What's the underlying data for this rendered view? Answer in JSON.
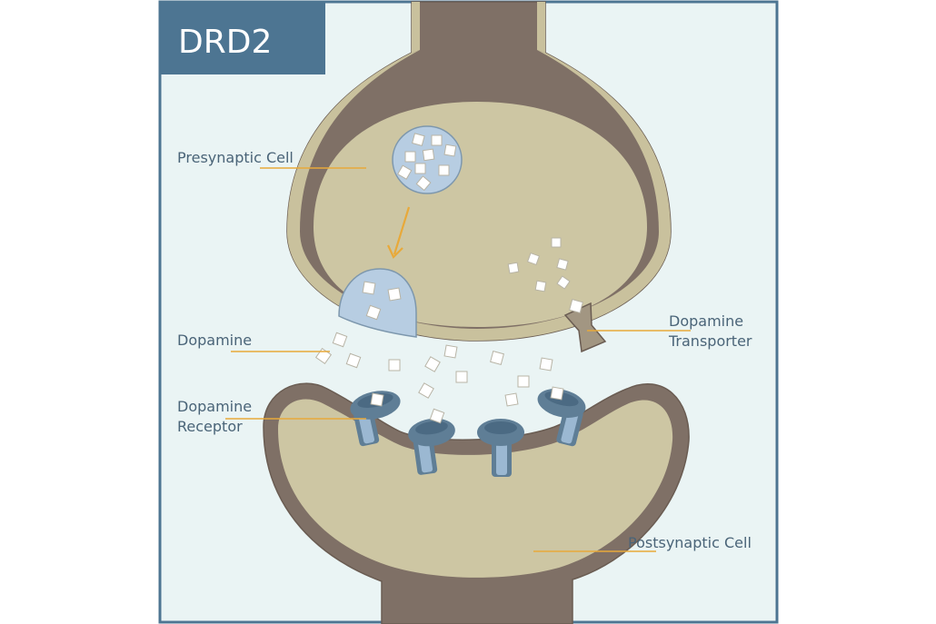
{
  "title": "DRD2",
  "labels": {
    "presynaptic": "Presynaptic Cell",
    "dopamine": "Dopamine",
    "receptor_line1": "Dopamine",
    "receptor_line2": "Receptor",
    "transporter_line1": "Dopamine",
    "transporter_line2": "Transporter",
    "postsynaptic": "Postsynaptic Cell"
  },
  "colors": {
    "panel_bg": "#eaf4f4",
    "panel_border": "#4d7592",
    "title_bar": "#4d7592",
    "membrane": "#7f7066",
    "cytoplasm": "#cdc6a3",
    "vesicle": "#b7cde2",
    "receptor": "#5f7e96",
    "callout_line": "#e8a93a",
    "arrow": "#e8a93a",
    "label_text": "#4a6478"
  }
}
